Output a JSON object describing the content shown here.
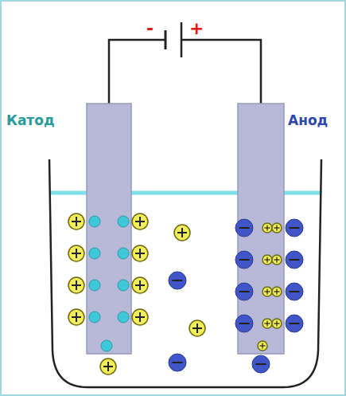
{
  "diagram": {
    "labels": [
      "Катод",
      "Анод",
      "-",
      "+"
    ]
  }
}
